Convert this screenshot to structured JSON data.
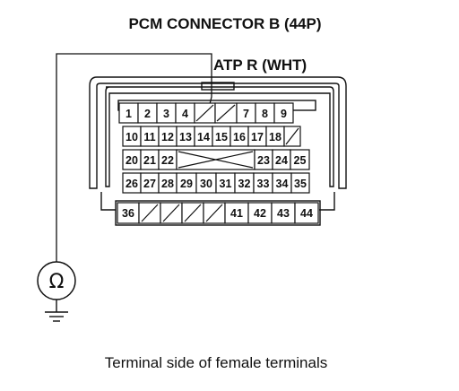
{
  "diagram": {
    "title": "PCM CONNECTOR B (44P)",
    "wire_label": "ATP R (WHT)",
    "caption": "Terminal side of female terminals",
    "meter_symbol": "Ω",
    "icons": {
      "meter": "ohmmeter-icon",
      "ground": "ground-icon"
    },
    "connector": {
      "rows": [
        [
          "1",
          "2",
          "3",
          "4",
          "",
          "",
          "7",
          "8",
          "9"
        ],
        [
          "10",
          "11",
          "12",
          "13",
          "14",
          "15",
          "16",
          "17",
          "18",
          ""
        ],
        [
          "20",
          "21",
          "22",
          "",
          "",
          "23",
          "24",
          "25"
        ],
        [
          "26",
          "27",
          "28",
          "29",
          "30",
          "31",
          "32",
          "33",
          "34",
          "35"
        ],
        [
          "36",
          "",
          "",
          "",
          "",
          "41",
          "42",
          "43",
          "44"
        ]
      ]
    }
  }
}
